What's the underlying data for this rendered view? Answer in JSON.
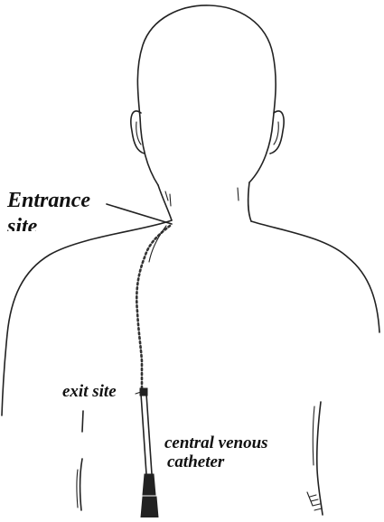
{
  "labels": {
    "entrance_line1": "Entrance",
    "entrance_line2": "site",
    "exit": "exit site",
    "catheter_line1": "central venous",
    "catheter_line2": "catheter"
  },
  "colors": {
    "ink": "#222222",
    "background": "#ffffff"
  }
}
